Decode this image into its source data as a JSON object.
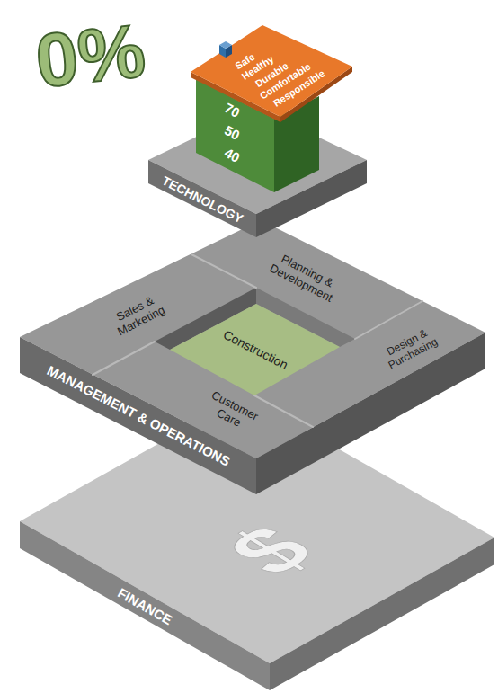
{
  "diagram": {
    "nodes": [
      {
        "text": [
          "Safe",
          "Healthy",
          "Durable",
          "Comfortable",
          "Responsible"
        ]
      },
      {
        "text": [
          "70",
          "50",
          "40"
        ]
      },
      {
        "text": [
          "TECHNOLOGY"
        ]
      },
      {
        "text": [
          "MANAGEMENT & OPERATIONS"
        ]
      },
      {
        "text": [
          "Planning & Development"
        ],
        "in": 3
      },
      {
        "text": [
          "Sales & Marketing"
        ],
        "in": 3
      },
      {
        "text": [
          "Design & Purchasing"
        ],
        "in": 3
      },
      {
        "text": [
          "Construction"
        ],
        "in": 3
      },
      {
        "text": [
          "Customer Care"
        ],
        "in": 3
      },
      {
        "text": [
          "FINANCE"
        ]
      }
    ],
    "labels": [
      "0%",
      "$"
    ]
  }
}
